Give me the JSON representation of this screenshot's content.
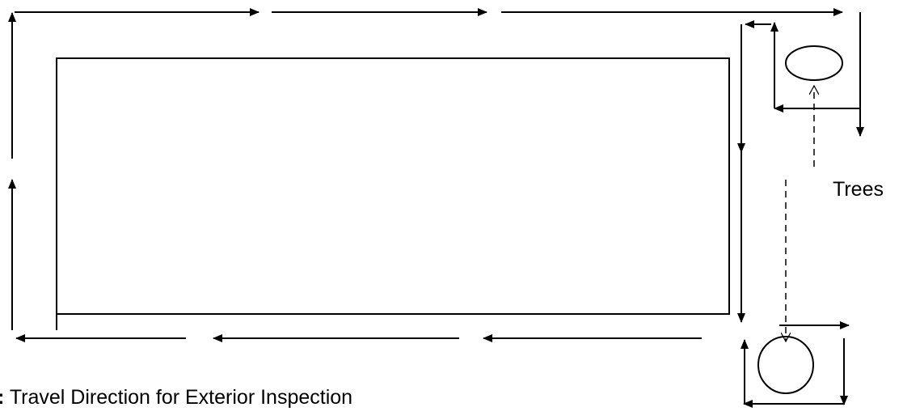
{
  "caption": {
    "prefix": ":",
    "text": " Travel Direction for Exterior Inspection"
  },
  "labels": {
    "trees": "Trees"
  },
  "colors": {
    "stroke": "#000000",
    "background": "#ffffff"
  },
  "elements": {
    "building": "rectangle",
    "trees": "ellipse",
    "travel_path": "arrow-solid",
    "tree_pointer": "arrow-dashed"
  }
}
